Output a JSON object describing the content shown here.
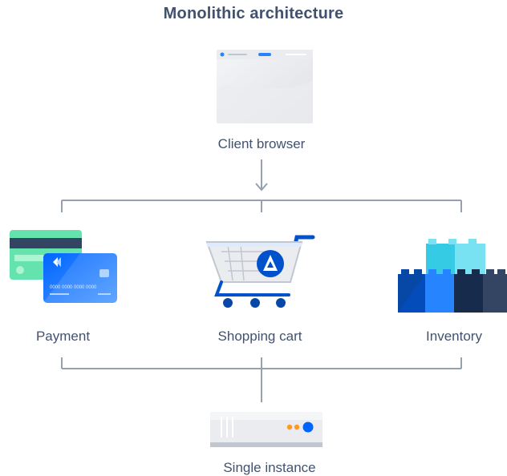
{
  "title": "Monolithic architecture",
  "nodes": {
    "client": {
      "label": "Client browser",
      "icon": "browser-window-icon"
    },
    "payment": {
      "label": "Payment",
      "icon": "credit-cards-icon",
      "card_number": "0000 0000 0000 0000"
    },
    "cart": {
      "label": "Shopping cart",
      "icon": "shopping-cart-icon"
    },
    "inventory": {
      "label": "Inventory",
      "icon": "stacked-blocks-icon"
    },
    "instance": {
      "label": "Single instance",
      "icon": "server-icon"
    }
  },
  "colors": {
    "text": "#42526e",
    "connector": "#97a0af",
    "blue": "#2684ff",
    "dark_blue": "#0052cc",
    "green": "#57d9a3",
    "teal": "#79e2f2",
    "orange": "#ff991f"
  }
}
